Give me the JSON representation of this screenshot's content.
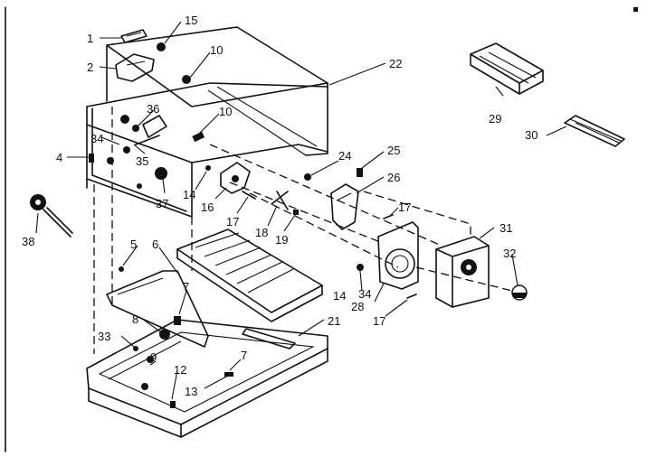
{
  "labels": {
    "l1": "1",
    "l2": "2",
    "l4": "4",
    "l5": "5",
    "l6": "6",
    "l7a": "7",
    "l7b": "7",
    "l8": "8",
    "l9": "9",
    "l10a": "10",
    "l10b": "10",
    "l12": "12",
    "l13": "13",
    "l14a": "14",
    "l14b": "14",
    "l15": "15",
    "l16": "16",
    "l17a": "17",
    "l17b": "17",
    "l17c": "17",
    "l18": "18",
    "l19": "19",
    "l21": "21",
    "l22": "22",
    "l24": "24",
    "l25": "25",
    "l26": "26",
    "l28": "28",
    "l29": "29",
    "l30": "30",
    "l31": "31",
    "l32": "32",
    "l33": "33",
    "l34a": "34",
    "l34b": "34",
    "l35": "35",
    "l36": "36",
    "l37": "37",
    "l38": "38"
  }
}
